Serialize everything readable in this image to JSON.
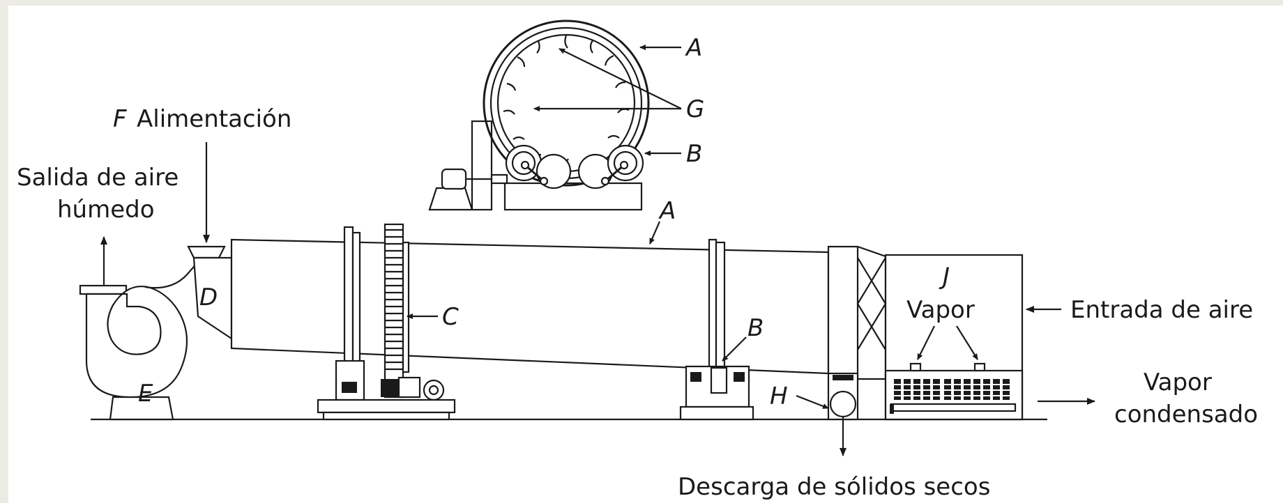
{
  "labels": {
    "A_top": "A",
    "G": "G",
    "B_top": "B",
    "F_letter": "F",
    "F_text": "Alimentación",
    "salida_line1": "Salida de aire",
    "salida_line2": "húmedo",
    "A_shell": "A",
    "D": "D",
    "C": "C",
    "B_bottom": "B",
    "J": "J",
    "vapor": "Vapor",
    "entrada": "Entrada de aire",
    "E": "E",
    "H": "H",
    "vapor_cond_line1": "Vapor",
    "vapor_cond_line2": "condensado",
    "descarga": "Descarga de sólidos secos"
  }
}
